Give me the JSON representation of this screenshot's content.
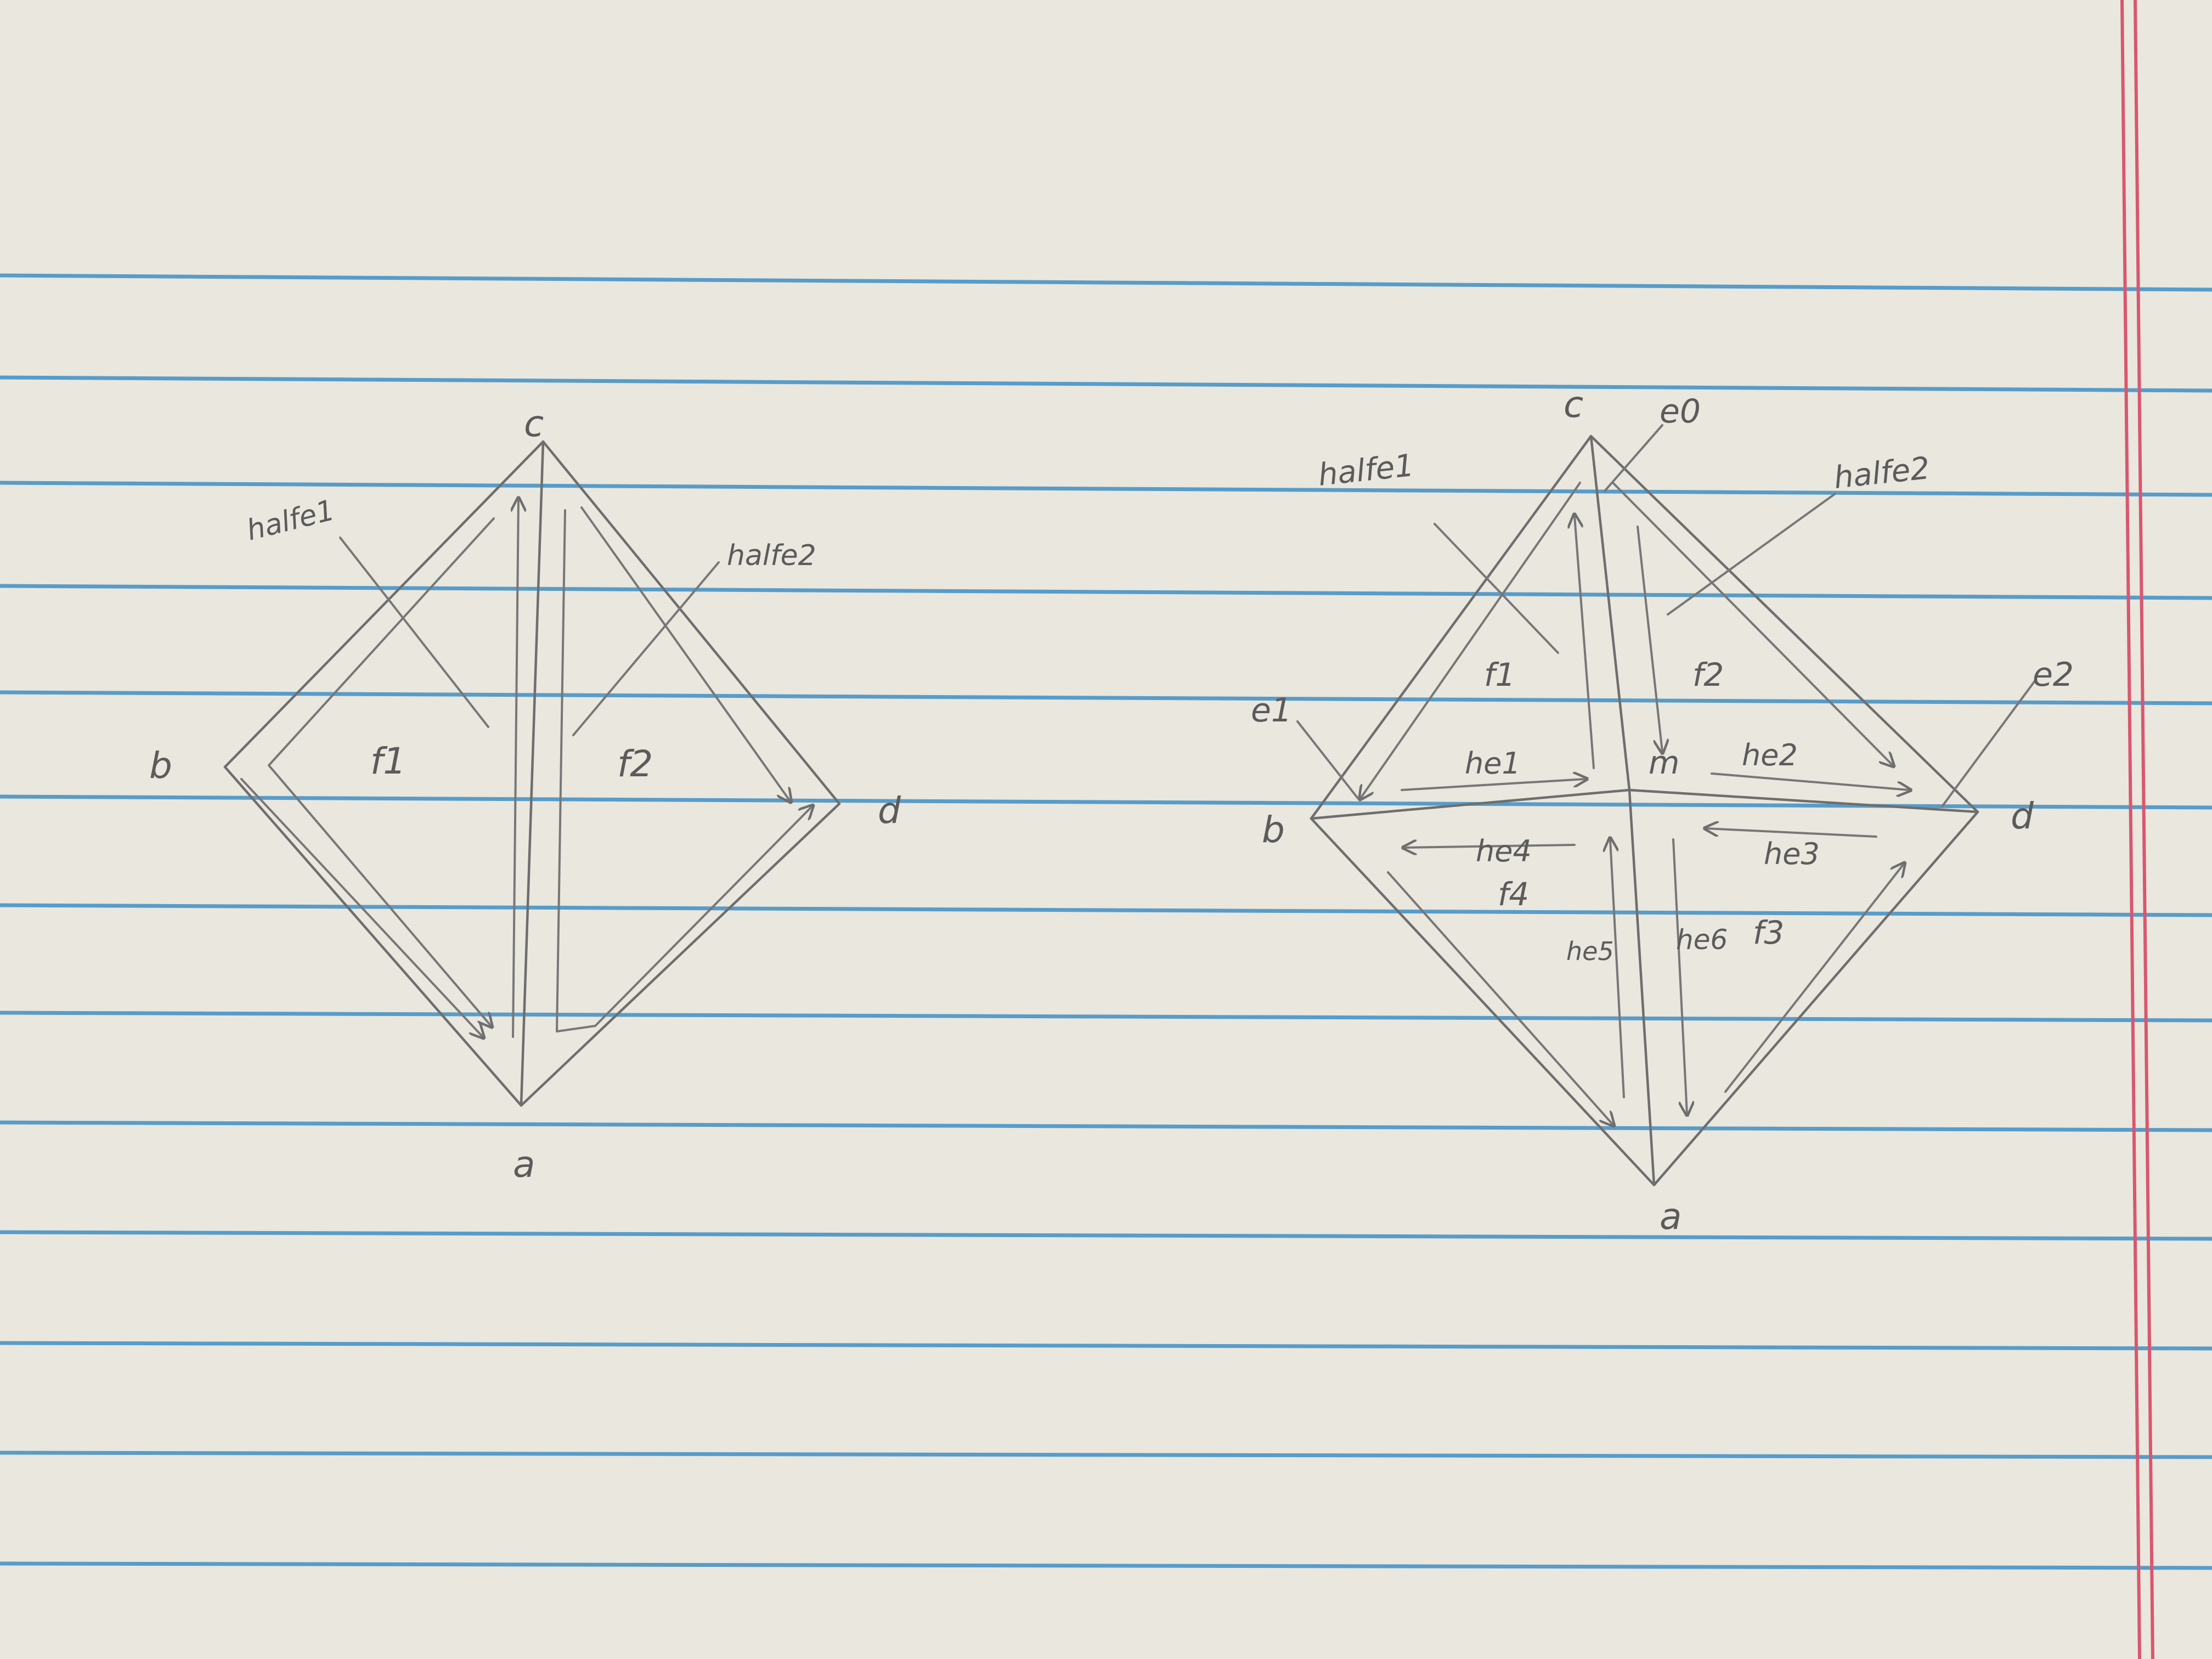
{
  "paper": {
    "background": "#e9e7de",
    "rule_color": "#3f8fc6",
    "margin_color": "#d8576f"
  },
  "left_diagram": {
    "vertices": {
      "c": "c",
      "b": "b",
      "d": "d",
      "a": "a"
    },
    "faces": {
      "f1": "f1",
      "f2": "f2"
    },
    "callouts": {
      "half_e1": "halfe1",
      "half_e2": "halfe2"
    }
  },
  "right_diagram": {
    "vertices": {
      "c": "c",
      "b": "b",
      "d": "d",
      "a": "a",
      "m": "m"
    },
    "edges": {
      "e0": "e0",
      "e1": "e1",
      "e2": "e2"
    },
    "faces": {
      "f1": "f1",
      "f2": "f2",
      "f3": "f3",
      "f4": "f4"
    },
    "callouts": {
      "half_e1": "halfe1",
      "half_e2": "halfe2"
    },
    "half_edges": {
      "he1": "he1",
      "he2": "he2",
      "he3": "he3",
      "he4": "he4",
      "he5": "he5",
      "he6": "he6"
    }
  }
}
